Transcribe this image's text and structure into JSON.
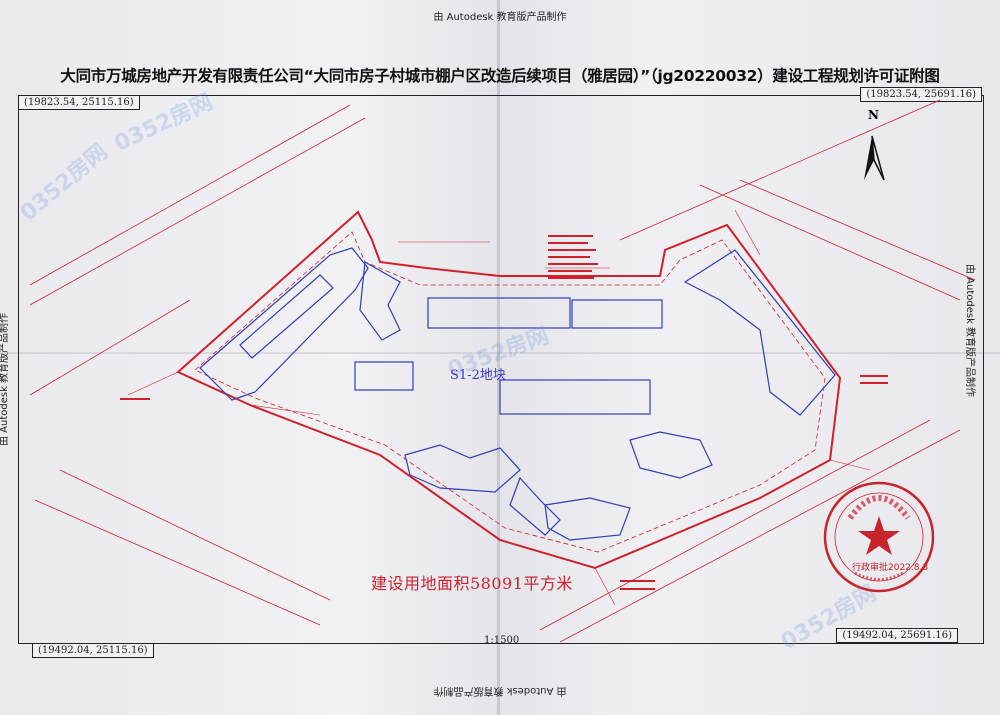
{
  "credits": {
    "top": "由 Autodesk 教育版产品制作",
    "bottom": "由 Autodesk 教育版产品制作",
    "left": "由 Autodesk 教育版产品制作",
    "right": "由 Autodesk 教育版产品制作"
  },
  "title": "大同市万城房地产开发有限责任公司“大同市房子村城市棚户区改造后续项目（雅居园）”（jg20220032）建设工程规划许可证附图",
  "coordinates": {
    "top_left": "(19823.54, 25115.16)",
    "top_right": "(19823.54, 25691.16)",
    "bottom_left": "(19492.04, 25115.16)",
    "bottom_right": "(19492.04, 25691.16)"
  },
  "scale": "1:1500",
  "north_label": "N",
  "block_label": "S1-2地块",
  "area_label": "建设用地面积58091平方米",
  "watermark": "0352房网",
  "seal": {
    "text": "大同市行政审批服务管理局",
    "date_text": "行政审批2022.8.3",
    "code": "1402001002177"
  },
  "colors": {
    "redline": "#d0202a",
    "building": "#2f3fb8",
    "seal": "#c8242c"
  }
}
